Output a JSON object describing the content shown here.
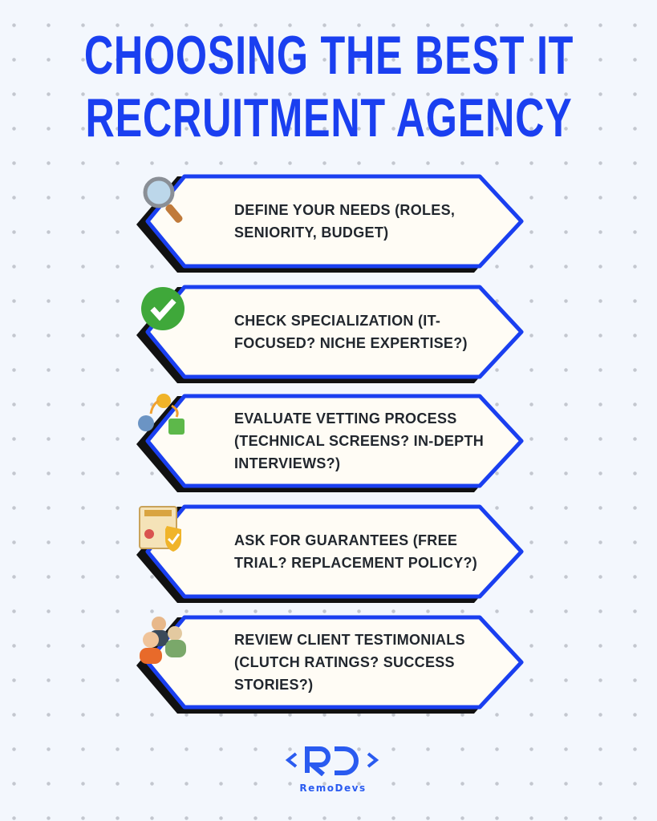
{
  "title": {
    "line1": "CHOOSING THE BEST IT",
    "line2": "RECRUITMENT AGENCY"
  },
  "colors": {
    "accent": "#1a3ff0",
    "card_bg": "#fffcf5",
    "shadow": "#111111"
  },
  "steps": [
    {
      "icon": "magnifying-glass-icon",
      "text": "DEFINE YOUR NEEDS (ROLES, SENIORITY, BUDGET)"
    },
    {
      "icon": "checkmark-icon",
      "text": "CHECK SPECIALIZATION (IT-FOCUSED? NICHE EXPERTISE?)"
    },
    {
      "icon": "process-icon",
      "text": "EVALUATE VETTING PROCESS (TECHNICAL SCREENS? IN-DEPTH INTERVIEWS?)"
    },
    {
      "icon": "warranty-icon",
      "text": "ASK FOR GUARANTEES (FREE TRIAL? REPLACEMENT POLICY?)"
    },
    {
      "icon": "people-icon",
      "text": "REVIEW CLIENT TESTIMONIALS (CLUTCH RATINGS? SUCCESS STORIES?)"
    }
  ],
  "logo": {
    "name": "RemoDevs"
  }
}
